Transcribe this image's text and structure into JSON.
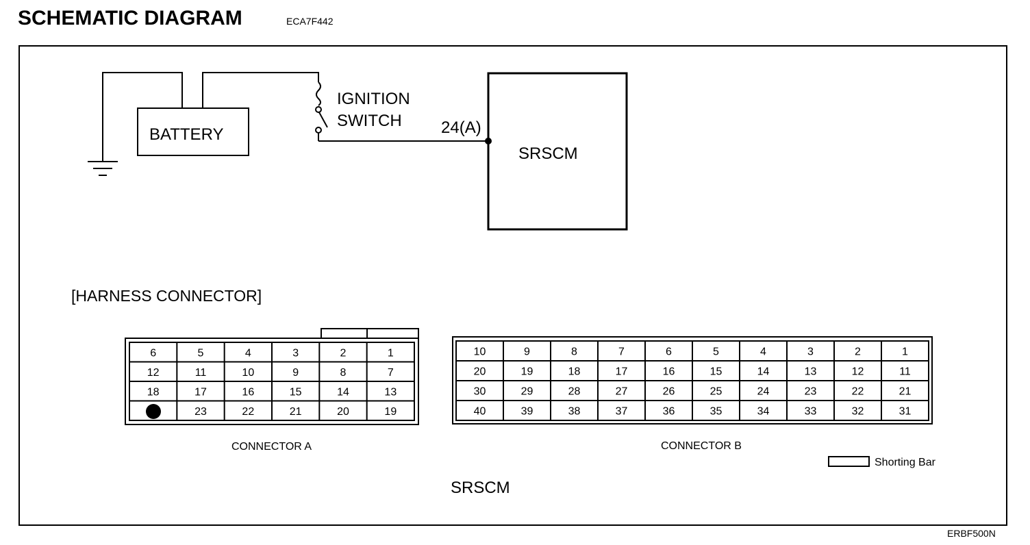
{
  "header": {
    "title": "SCHEMATIC DIAGRAM",
    "code": "ECA7F442"
  },
  "circuit": {
    "battery_label": "BATTERY",
    "ignition_label_1": "IGNITION",
    "ignition_label_2": "SWITCH",
    "pin_label": "24(A)",
    "module_label": "SRSCM"
  },
  "harness": {
    "heading": "[HARNESS CONNECTOR]",
    "connector_a": {
      "caption": "CONNECTOR A",
      "rows": [
        [
          "6",
          "5",
          "4",
          "3",
          "2",
          "1"
        ],
        [
          "12",
          "11",
          "10",
          "9",
          "8",
          "7"
        ],
        [
          "18",
          "17",
          "16",
          "15",
          "14",
          "13"
        ],
        [
          "",
          "23",
          "22",
          "21",
          "20",
          "19"
        ]
      ]
    },
    "connector_b": {
      "caption": "CONNECTOR B",
      "rows": [
        [
          "10",
          "9",
          "8",
          "7",
          "6",
          "5",
          "4",
          "3",
          "2",
          "1"
        ],
        [
          "20",
          "19",
          "18",
          "17",
          "16",
          "15",
          "14",
          "13",
          "12",
          "11"
        ],
        [
          "30",
          "29",
          "28",
          "27",
          "26",
          "25",
          "24",
          "23",
          "22",
          "21"
        ],
        [
          "40",
          "39",
          "38",
          "37",
          "36",
          "35",
          "34",
          "33",
          "32",
          "31"
        ]
      ]
    },
    "legend_label": "Shorting Bar",
    "footer_label": "SRSCM"
  },
  "figure_code": "ERBF500N"
}
